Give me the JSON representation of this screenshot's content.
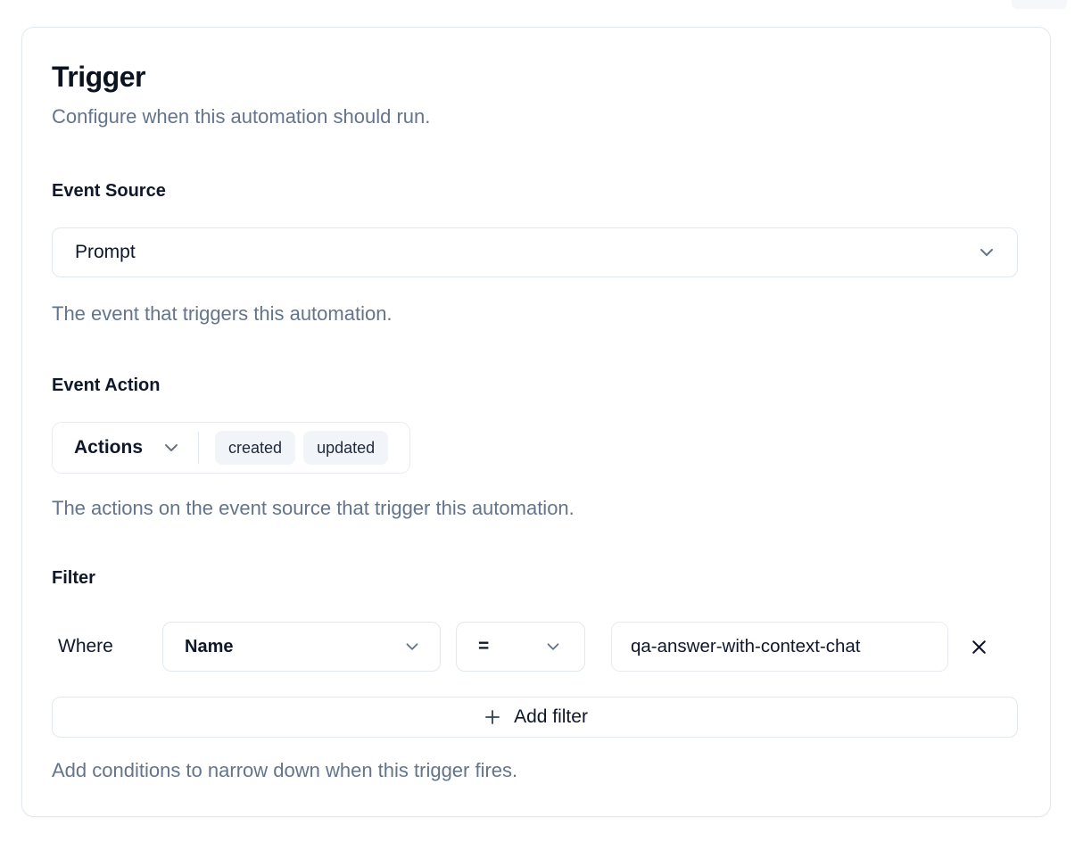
{
  "card": {
    "title": "Trigger",
    "subtitle": "Configure when this automation should run."
  },
  "event_source": {
    "label": "Event Source",
    "selected": "Prompt",
    "helper": "The event that triggers this automation."
  },
  "event_action": {
    "label": "Event Action",
    "dropdown_label": "Actions",
    "badges": [
      "created",
      "updated"
    ],
    "helper": "The actions on the event source that trigger this automation."
  },
  "filter": {
    "label": "Filter",
    "where_label": "Where",
    "field_selected": "Name",
    "operator_selected": "=",
    "value": "qa-answer-with-context-chat",
    "add_button_label": "Add filter",
    "helper": "Add conditions to narrow down when this trigger fires."
  },
  "colors": {
    "text_dark": "#0f172a",
    "text_muted": "#64748b",
    "border": "#e2e8f0",
    "badge_bg": "#f1f5f9",
    "card_bg": "#ffffff"
  }
}
